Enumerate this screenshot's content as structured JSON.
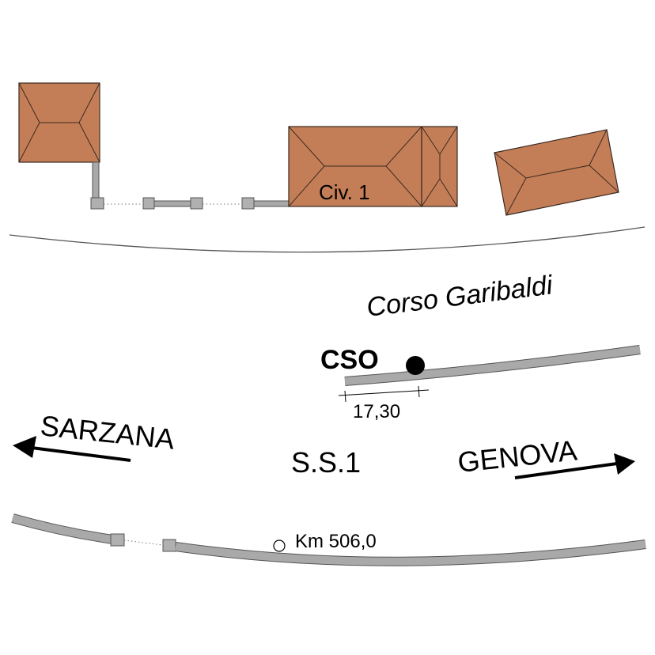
{
  "labels": {
    "building": "Civ. 1",
    "street": "Corso Garibaldi",
    "site_code": "CSO",
    "distance": "17,30",
    "direction_left": "SARZANA",
    "road": "S.S.1",
    "direction_right": "GENOVA",
    "milestone": "Km 506,0"
  },
  "colors": {
    "roof": "#c47e57",
    "wall": "#a9a9a9",
    "line": "#000000"
  }
}
